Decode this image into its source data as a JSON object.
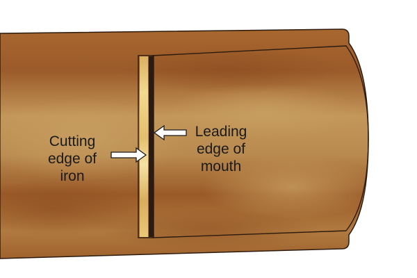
{
  "diagram": {
    "labels": {
      "cutting_edge": {
        "lines": [
          "Cutting",
          "edge of",
          "iron"
        ]
      },
      "leading_edge": {
        "lines": [
          "Leading",
          "edge of",
          "mouth"
        ]
      }
    },
    "colors": {
      "wood_dark": "#9b5b2a",
      "wood_light": "#c39659",
      "iron_edge": "#e9c978",
      "mouth_gap": "#2a1a10",
      "outline": "#2b1a0e",
      "arrow_fill": "#ffffff"
    }
  }
}
